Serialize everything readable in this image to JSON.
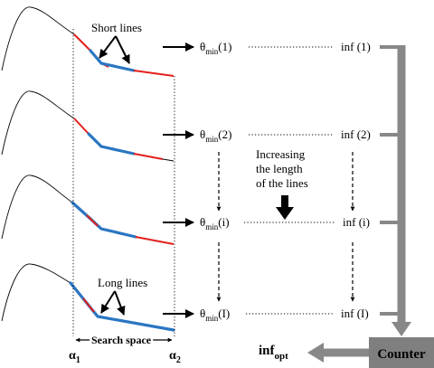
{
  "annotations": {
    "short_lines": "Short lines",
    "long_lines": "Long lines",
    "increasing_line1": "Increasing",
    "increasing_line2": "the length",
    "increasing_line3": "of the lines",
    "search_space": "Search space",
    "alpha": "α",
    "alpha1_sub": "1",
    "alpha2_sub": "2"
  },
  "rows": [
    {
      "theta_base": "θ",
      "theta_sub": "min",
      "theta_arg": "(1)",
      "inf_label": "inf (1)"
    },
    {
      "theta_base": "θ",
      "theta_sub": "min",
      "theta_arg": "(2)",
      "inf_label": "inf (2)"
    },
    {
      "theta_base": "θ",
      "theta_sub": "min",
      "theta_arg": "(i)",
      "inf_label": "inf (i)"
    },
    {
      "theta_base": "θ",
      "theta_sub": "min",
      "theta_arg": "(I)",
      "inf_label": "inf (I)"
    }
  ],
  "counter": {
    "label": "Counter"
  },
  "output": {
    "base": "inf",
    "sub": "opt"
  },
  "colors": {
    "red": "#e4201c",
    "blue": "#2a76c2",
    "gray": "#888888",
    "counter_bg": "#7f7f7f"
  }
}
